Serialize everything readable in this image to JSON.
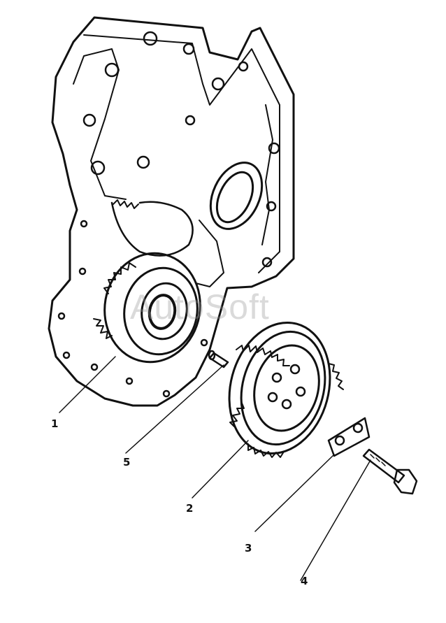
{
  "diagram": {
    "watermark": "AutoSoft",
    "callouts": [
      {
        "id": "c1",
        "label": "1"
      },
      {
        "id": "c5",
        "label": "5"
      },
      {
        "id": "c2",
        "label": "2"
      },
      {
        "id": "c3",
        "label": "3"
      },
      {
        "id": "c4",
        "label": "4"
      }
    ]
  }
}
